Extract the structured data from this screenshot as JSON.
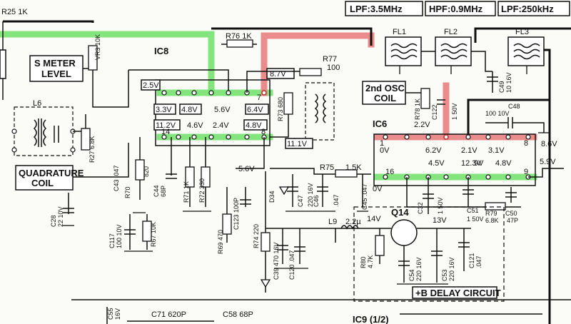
{
  "filters": {
    "lpf1": "LPF:3.5MHz",
    "hpf": "HPF:0.9MHz",
    "lpf2": "LPF:250kHz"
  },
  "resistors": {
    "r25": "R25 1K",
    "r76": "R76 1K",
    "r77": "R77",
    "r77v": "100",
    "r73": "R73 680",
    "r78": "R78 1K",
    "r75": "R75",
    "r75v": "1.5K",
    "vr3": "VR3 10K",
    "r27": "R27 6.8K",
    "r70": "R70",
    "r70v": "820",
    "r71": "R71 1K",
    "r72": "R72 330",
    "r69": "R69 470",
    "r74": "R74 220",
    "r67": "R67 10K",
    "r80": "R80",
    "r80v": "4.7K",
    "r79": "R79",
    "r79v": "6.8K"
  },
  "caps": {
    "c43": "C43 .047",
    "c44": "C44",
    "c44v": "68P",
    "c123": "C123 100P",
    "c47": "C47",
    "c47v": "220 16V",
    "c46": "C46",
    "c46v": ".047",
    "c45": "C45 .047",
    "c32": "C32",
    "c32v": "1 50V",
    "c122": "C122",
    "c122v": "1 50V",
    "c49": "C49",
    "c49v": "10 16V",
    "c48": "C48",
    "c48v": "100 10V",
    "c51": "C51",
    "c51v": "1 50V",
    "c50": "C50",
    "c50v": "47P",
    "c28": "C28",
    "c28v": "22 10V",
    "c117": "C117",
    "c117v": "100 10V",
    "c39": "C39 470 16V",
    "c120": "C120 .047",
    "c54": "C54",
    "c54v": "220 16V",
    "c53": "C53",
    "c53v": "220 16V",
    "c121": "C121",
    "c121v": ".047",
    "c55": "C55",
    "c55v": "16V",
    "c71": "C71 620P",
    "c58": "C58 68P"
  },
  "ics": {
    "ic8": "IC8",
    "ic6": "IC6",
    "ic9": "IC9 (1/2)"
  },
  "ic8_volts": {
    "v25": "2.5V",
    "v87": "8.7V",
    "v33": "3.3V",
    "v48a": "4.8V",
    "v56": "5.6V",
    "v64": "6.4V",
    "v112": "11.2V",
    "v46": "4.6V",
    "v24": "2.4V",
    "v48b": "4.8V",
    "v111": "11.1V",
    "v56b": "5.6V",
    "p7": "7",
    "p14": "14",
    "p8": "8"
  },
  "ic6_volts": {
    "v22": "2.2V",
    "v0": "0V",
    "v62": "6.2V",
    "v21": "2.1V",
    "v31": "3.1V",
    "v86": "8.6V",
    "p1": "1",
    "p8": "8",
    "p16": "16",
    "p9": "9",
    "v45": "4.5V",
    "v123": "12.3V",
    "v9": "9V",
    "v48": "4.8V",
    "v59": "5.9V",
    "v0b": "0V"
  },
  "parts": {
    "fl1": "FL1",
    "fl2": "FL2",
    "fl3": "FL3",
    "l6": "L6",
    "l9": "L9",
    "l9v": "2.2µ",
    "d34": "D34",
    "q14": "Q14",
    "v14": "14V",
    "v13": "13V"
  },
  "blocks": {
    "smeter1": "S METER",
    "smeter2": "LEVEL",
    "quad1": "QUADRATURE",
    "quad2": "COIL",
    "osc1": "2nd OSC",
    "osc2": "COIL",
    "delay": "+B DELAY CIRCUIT"
  }
}
